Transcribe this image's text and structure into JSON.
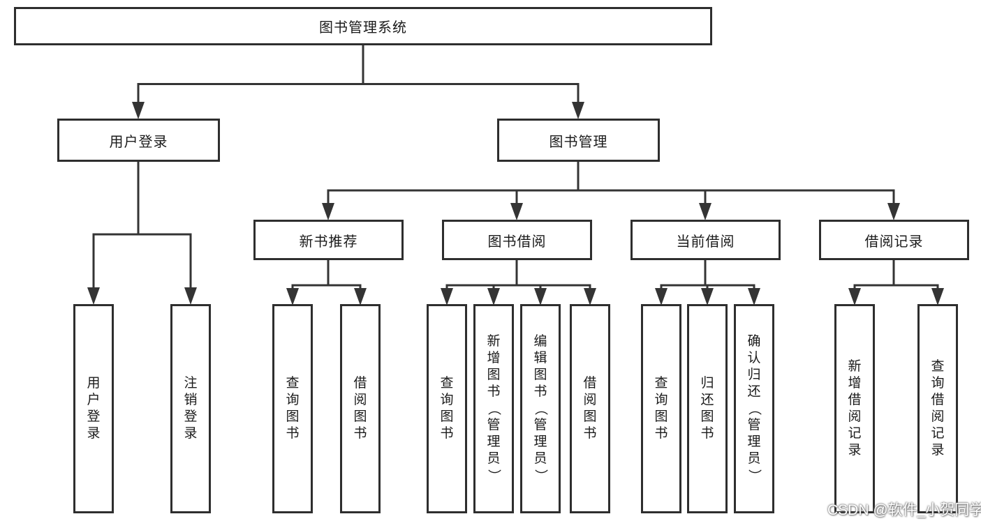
{
  "tree": {
    "label": "图书管理系统",
    "children": [
      {
        "label": "用户登录",
        "children": [
          {
            "label": "用户登录"
          },
          {
            "label": "注销登录"
          }
        ]
      },
      {
        "label": "图书管理",
        "children": [
          {
            "label": "新书推荐",
            "children": [
              {
                "label": "查询图书"
              },
              {
                "label": "借阅图书"
              }
            ]
          },
          {
            "label": "图书借阅",
            "children": [
              {
                "label": "查询图书"
              },
              {
                "label": "新增图书（管理员）"
              },
              {
                "label": "编辑图书（管理员）"
              },
              {
                "label": "借阅图书"
              }
            ]
          },
          {
            "label": "当前借阅",
            "children": [
              {
                "label": "查询图书"
              },
              {
                "label": "归还图书"
              },
              {
                "label": "确认归还（管理员）"
              }
            ]
          },
          {
            "label": "借阅记录",
            "children": [
              {
                "label": "新增借阅记录"
              },
              {
                "label": "查询借阅记录"
              }
            ]
          }
        ]
      }
    ]
  },
  "watermark": {
    "text": "CSDN @软件_小贺同学"
  },
  "colors": {
    "line": "#343434",
    "box_border": "#2e2e2e",
    "text": "#1b1b1b",
    "background": "#ffffff",
    "watermark_text": "#ffffff"
  }
}
